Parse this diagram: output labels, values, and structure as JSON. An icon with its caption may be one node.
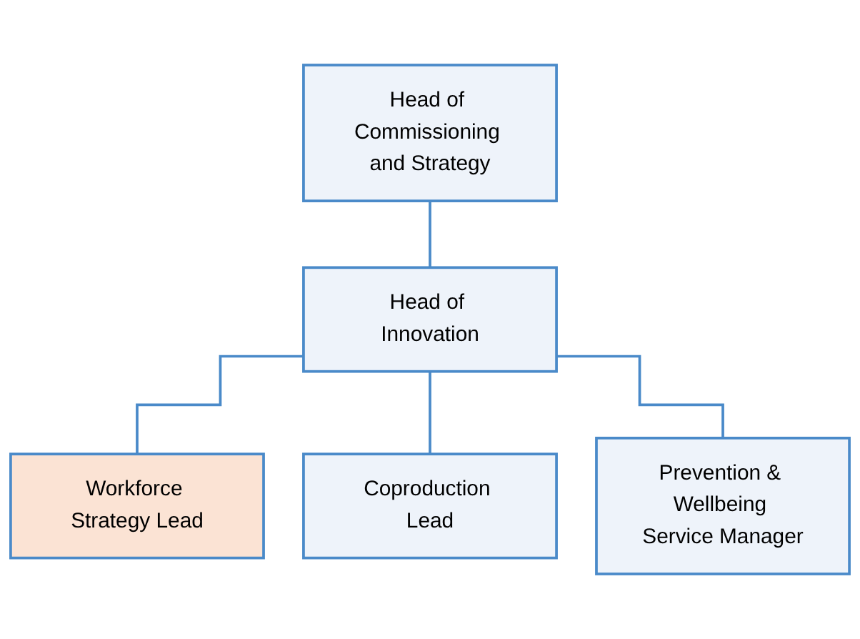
{
  "diagram": {
    "nodes": [
      {
        "text": [
          "Head of Commissioning and Strategy"
        ]
      },
      {
        "text": [
          "Head of Innovation"
        ]
      },
      {
        "text": [
          "Workforce Strategy Lead"
        ]
      },
      {
        "text": [
          "Coproduction Lead"
        ]
      },
      {
        "text": [
          "Prevention & Wellbeing Service Manager"
        ]
      }
    ],
    "edges": [
      {
        "from": 0,
        "to": 1,
        "arrow": "none"
      },
      {
        "from": 1,
        "to": 2,
        "arrow": "none"
      },
      {
        "from": 1,
        "to": 3,
        "arrow": "none"
      },
      {
        "from": 1,
        "to": 4,
        "arrow": "none"
      }
    ]
  }
}
